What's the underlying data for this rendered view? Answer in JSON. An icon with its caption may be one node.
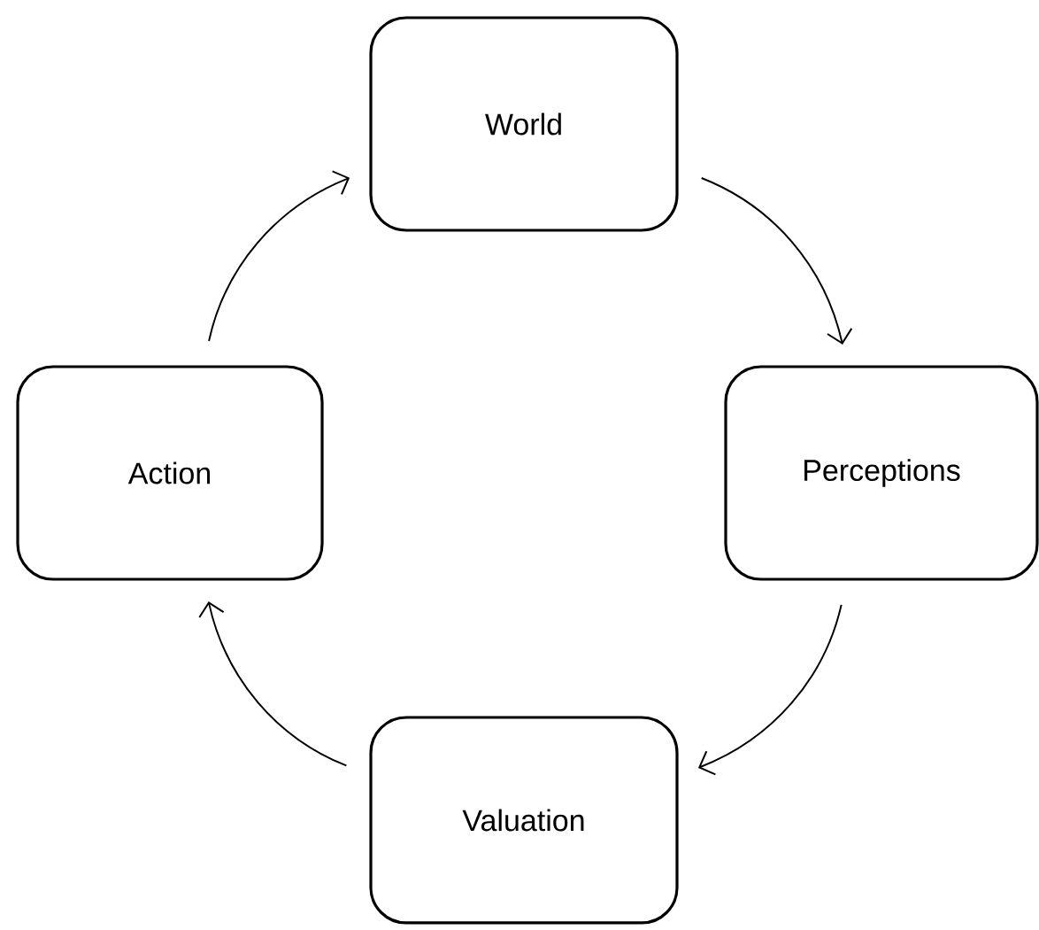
{
  "diagram": {
    "nodes": [
      {
        "text": [
          "World"
        ]
      },
      {
        "text": [
          "Perceptions"
        ]
      },
      {
        "text": [
          "Valuation"
        ]
      },
      {
        "text": [
          "Action"
        ]
      }
    ],
    "edges": [
      {
        "from": 0,
        "to": 1,
        "arrow": "to"
      },
      {
        "from": 1,
        "to": 2,
        "arrow": "to"
      },
      {
        "from": 2,
        "to": 3,
        "arrow": "to"
      },
      {
        "from": 3,
        "to": 0,
        "arrow": "to"
      }
    ]
  }
}
